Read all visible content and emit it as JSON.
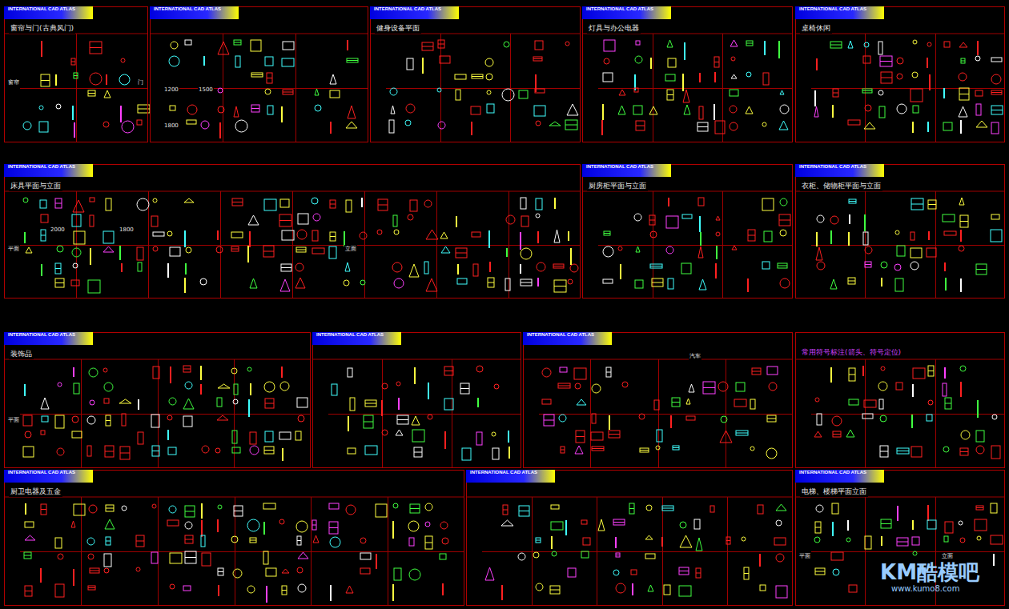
{
  "diagram": {
    "nodes": [
      {
        "text": [
          "INTERNATIONAL CAD ATLAS",
          "窗帘与门(古典风门)"
        ]
      },
      {
        "text": [
          "INTERNATIONAL CAD ATLAS"
        ]
      },
      {
        "text": [
          "INTERNATIONAL CAD ATLAS",
          "健身设备平面"
        ]
      },
      {
        "text": [
          "INTERNATIONAL CAD ATLAS",
          "灯具与办公电器"
        ]
      },
      {
        "text": [
          "INTERNATIONAL CAD ATLAS",
          "桌椅休闲"
        ]
      },
      {
        "text": [
          "INTERNATIONAL CAD ATLAS",
          "床具平面与立面"
        ]
      },
      {
        "text": [
          "INTERNATIONAL CAD ATLAS",
          "厨房柜平面与立面"
        ]
      },
      {
        "text": [
          "INTERNATIONAL CAD ATLAS",
          "衣柜、储物柜平面与立面"
        ]
      },
      {
        "text": [
          "INTERNATIONAL CAD ATLAS",
          "装饰品"
        ]
      },
      {
        "text": [
          "INTERNATIONAL CAD ATLAS"
        ]
      },
      {
        "text": [
          "INTERNATIONAL CAD ATLAS"
        ]
      },
      {
        "text": [
          "常用符号标注(箭头、符号定位)"
        ]
      },
      {
        "text": [
          "INTERNATIONAL CAD ATLAS",
          "厨卫电器及五金"
        ]
      },
      {
        "text": [
          "INTERNATIONAL CAD ATLAS"
        ]
      },
      {
        "text": [
          "INTERNATIONAL CAD ATLAS",
          "电梯、楼梯平面立面"
        ]
      }
    ],
    "labels": [
      "窗帘",
      "门",
      "1200",
      "1500",
      "1800",
      "2000",
      "1800",
      "平面",
      "立面",
      "平面",
      "汽车",
      "平面",
      "立面",
      "KM酷模吧",
      "www.kumo8.com"
    ]
  }
}
